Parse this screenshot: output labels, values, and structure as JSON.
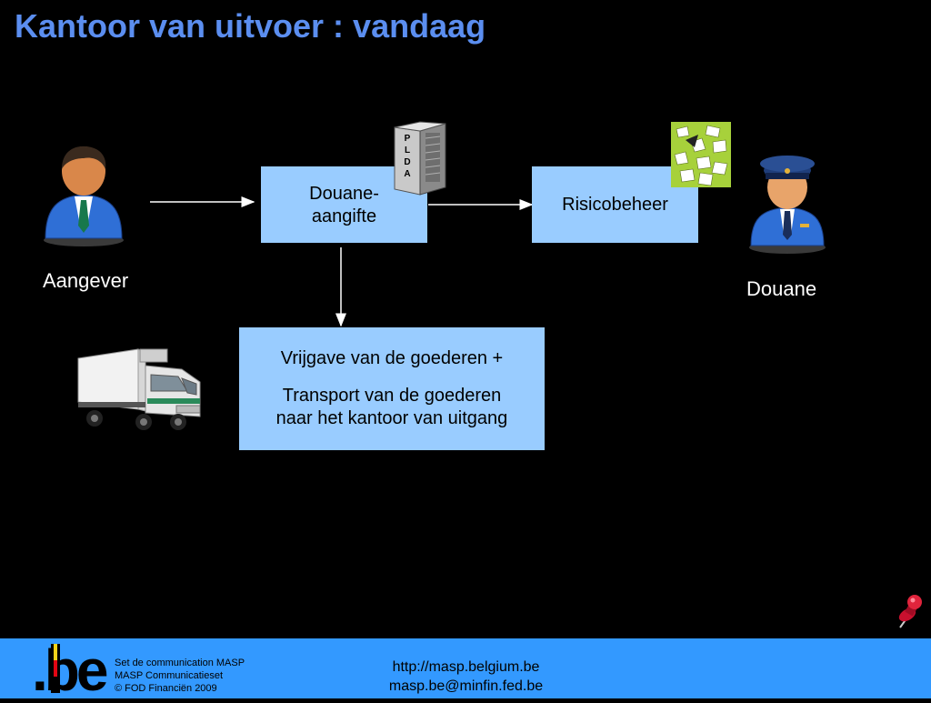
{
  "slide": {
    "title": "Kantoor van uitvoer : vandaag"
  },
  "diagram": {
    "aangifte_box": {
      "line1": "Douane-",
      "line2": "aangifte"
    },
    "risico_box": {
      "label": "Risicobeheer"
    },
    "vrijgave_box": {
      "line1": "Vrijgave van de goederen +",
      "line2": "Transport van de goederen",
      "line3": "naar het kantoor van uitgang"
    },
    "server_letters": [
      "P",
      "L",
      "D",
      "A"
    ],
    "declarant_label": "Aangever",
    "customs_label": "Douane"
  },
  "footer": {
    "logo_text": ".be",
    "left_lines": [
      "Set de communication  MASP",
      "MASP Communicatieset",
      "© FOD Financiën 2009"
    ],
    "url": "http://masp.belgium.be",
    "email": "masp.be@minfin.fed.be"
  },
  "colors": {
    "title": "#5b8ef0",
    "box_fill": "#99ccff",
    "footer_bg": "#3399ff",
    "background": "#000000"
  }
}
